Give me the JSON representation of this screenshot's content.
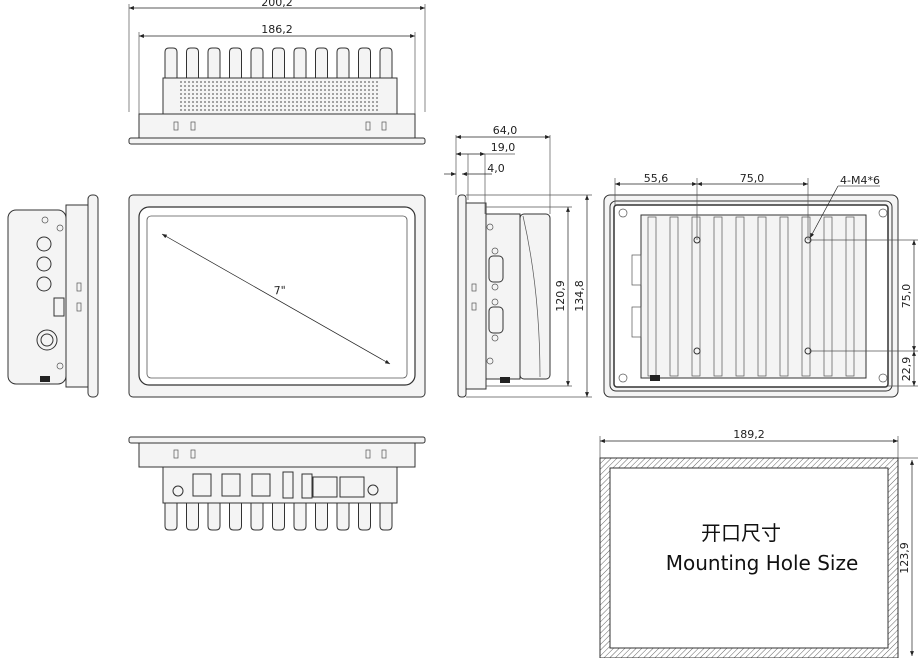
{
  "dimensions": {
    "top_overall_width": "200,2",
    "top_body_width": "186,2",
    "side_depth_total": "64,0",
    "side_depth_bezel_body": "19,0",
    "side_bezel_thickness": "4,0",
    "side_body_height": "120,9",
    "side_overall_height": "134,8",
    "back_hole_offset_x": "55,6",
    "back_hole_spacing_x": "75,0",
    "back_hole_spec": "4-M4*6",
    "back_hole_spacing_y": "75,0",
    "back_hole_offset_y": "22,9",
    "cutout_width": "189,2",
    "cutout_height": "123,9"
  },
  "front": {
    "diagonal_label": "7\""
  },
  "cutout": {
    "title_cn": "开口尺寸",
    "title_en": "Mounting Hole Size"
  },
  "colors": {
    "line": "#333333",
    "panel": "#f4f4f4",
    "hatch": "#555555"
  }
}
